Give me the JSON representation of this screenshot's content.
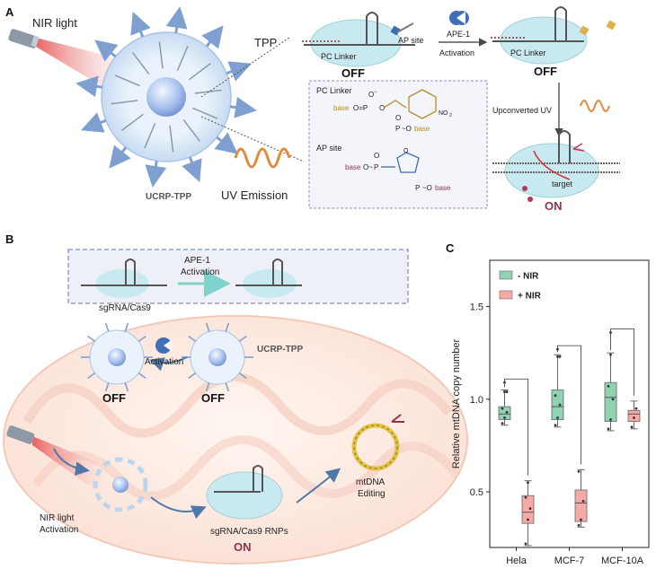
{
  "panel_a": {
    "label": "A",
    "nir_light": "NIR light",
    "tpp": "TPP",
    "ucrp_tpp": "UCRP-TPP",
    "uv_emission": "UV Emission",
    "ap_site_top": "AP site",
    "pc_linker_left": "PC Linker",
    "off_left": "OFF",
    "ape1": "APE-1",
    "activation": "Activation",
    "pc_linker_right": "PC Linker",
    "off_right": "OFF",
    "upconverted_uv": "Upconverted UV",
    "target": "target",
    "on": "ON",
    "inset": {
      "pc_linker_title": "PC Linker",
      "ap_site_title": "AP site",
      "base": "base",
      "no2": "NO",
      "no2_sub": "2",
      "o_minus": "O",
      "minus": "−",
      "o_eq_p": "O=P",
      "o": "O",
      "p": "P",
      "o_tilde": "O~",
      "tilde_o": "~O"
    }
  },
  "panel_b": {
    "label": "B",
    "sgrna_cas9": "sgRNA/Cas9",
    "ape1": "APE-1",
    "activation_top": "Activation",
    "activation_left": "Activation",
    "ucrp_tpp": "UCRP-TPP",
    "off_left": "OFF",
    "off_right": "OFF",
    "nir_light": "NIR light",
    "nir_activation": "Activation",
    "rnps": "sgRNA/Cas9 RNPs",
    "on": "ON",
    "mtdna": "mtDNA",
    "editing": "Editing"
  },
  "panel_c": {
    "label": "C",
    "chart_data": {
      "type": "box",
      "ylabel": "Relative mtDNA copy number",
      "categories": [
        "Hela",
        "MCF-7",
        "MCF-10A"
      ],
      "yticks": [
        "0.5",
        "1.0",
        "1.5"
      ],
      "ylim": [
        0.2,
        1.75
      ],
      "series": [
        {
          "name": "- NIR",
          "color": "#8fd3b3",
          "boxes": [
            {
              "min": 0.86,
              "q1": 0.89,
              "median": 0.92,
              "q3": 0.96,
              "max": 1.05,
              "outliers": [
                1.09
              ]
            },
            {
              "min": 0.85,
              "q1": 0.89,
              "median": 0.96,
              "q3": 1.05,
              "max": 1.24,
              "outliers": [
                1.27
              ]
            },
            {
              "min": 0.83,
              "q1": 0.88,
              "median": 1.01,
              "q3": 1.09,
              "max": 1.25,
              "outliers": [
                1.36
              ]
            }
          ],
          "points": [
            [
              0.87,
              0.9,
              0.93,
              0.95,
              1.04,
              1.04
            ],
            [
              0.86,
              0.9,
              0.97,
              1.02,
              1.23,
              1.23
            ],
            [
              0.84,
              0.89,
              1.0,
              1.07,
              1.24
            ]
          ]
        },
        {
          "name": "+ NIR",
          "color": "#f7a9a8",
          "boxes": [
            {
              "min": 0.21,
              "q1": 0.33,
              "median": 0.39,
              "q3": 0.48,
              "max": 0.56,
              "outliers": []
            },
            {
              "min": 0.31,
              "q1": 0.34,
              "median": 0.44,
              "q3": 0.51,
              "max": 0.62,
              "outliers": []
            },
            {
              "min": 0.84,
              "q1": 0.88,
              "median": 0.92,
              "q3": 0.94,
              "max": 0.99,
              "outliers": []
            }
          ],
          "points": [
            [
              0.22,
              0.35,
              0.41,
              0.47,
              0.55
            ],
            [
              0.32,
              0.35,
              0.45,
              0.61
            ],
            [
              0.85,
              0.9,
              0.95
            ]
          ]
        }
      ]
    }
  },
  "colors": {
    "cas9": "#c9e9f0",
    "nano_core": "#9fb9e8",
    "nano_shell": "#d7e8f7",
    "arrow_blue": "#7f9fd1",
    "on_red": "#9b2d4b",
    "uv_orange": "#e08a3a",
    "mito": "#fce9e0",
    "inset_border": "#8a8fc5"
  }
}
